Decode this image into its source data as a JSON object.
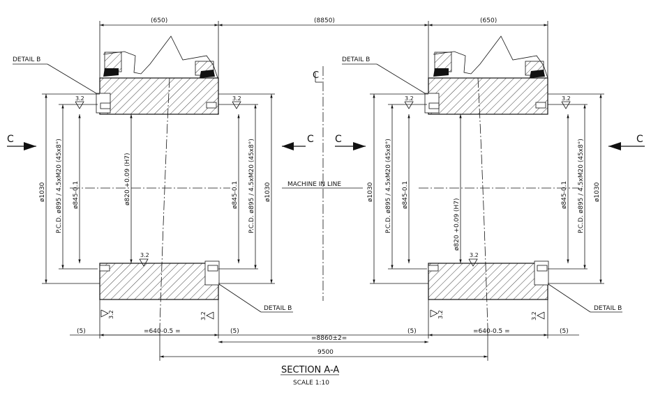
{
  "dimensions": {
    "left_part_width": "(650)",
    "center_distance": "(8850)",
    "right_part_width": "(650)",
    "gap_left_outer": "(5)",
    "gap_left_inner": "(5)",
    "gap_right_inner": "(5)",
    "gap_right_outer": "(5)",
    "left_bottom_width": "=640-0.5 =",
    "right_bottom_width": "=640-0.5 =",
    "bottom_center": "=8860±2=",
    "overall": "9500"
  },
  "labels": {
    "detail_b": "DETAIL B",
    "center_mark": "C",
    "section_marker": "C",
    "machine_in_line": "MACHINE IN LINE",
    "surface_finish": "3.2"
  },
  "vertical_dims": {
    "outer_dia": "ø1030",
    "pcd": "P.C.D. ø895 / 4.5xM20 (45x8°)",
    "inner_dia": "ø845-0.1",
    "bore": "ø820 +0.09 (H7)"
  },
  "title": {
    "section": "SECTION A-A",
    "scale": "SCALE 1:10"
  }
}
